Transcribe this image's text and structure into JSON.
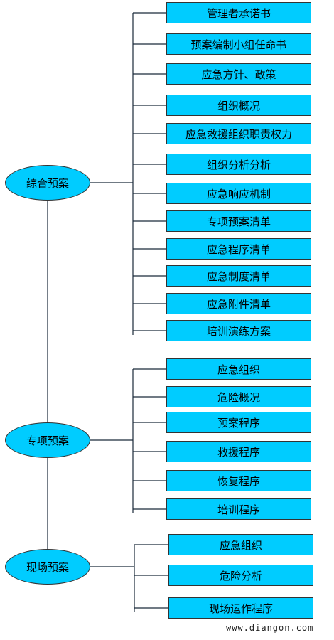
{
  "groups": [
    {
      "name": "综合预案",
      "items": [
        "管理者承诺书",
        "预案编制小组任命书",
        "应急方针、政策",
        "组织概况",
        "应急救援组织职责权力",
        "组织分析分析",
        "应急响应机制",
        "专项预案清单",
        "应急程序清单",
        "应急制度清单",
        "应急附件清单",
        "培训演练方案"
      ]
    },
    {
      "name": "专项预案",
      "items": [
        "应急组织",
        "危险概况",
        "预案程序",
        "救援程序",
        "恢复程序",
        "培训程序"
      ]
    },
    {
      "name": "现场预案",
      "items": [
        "应急组织",
        "危险分析",
        "现场运作程序"
      ]
    }
  ],
  "watermark": "www.diangon.com",
  "colors": {
    "fill": "#00ccff",
    "stroke": "#333333",
    "line": "#1a2a3a"
  }
}
